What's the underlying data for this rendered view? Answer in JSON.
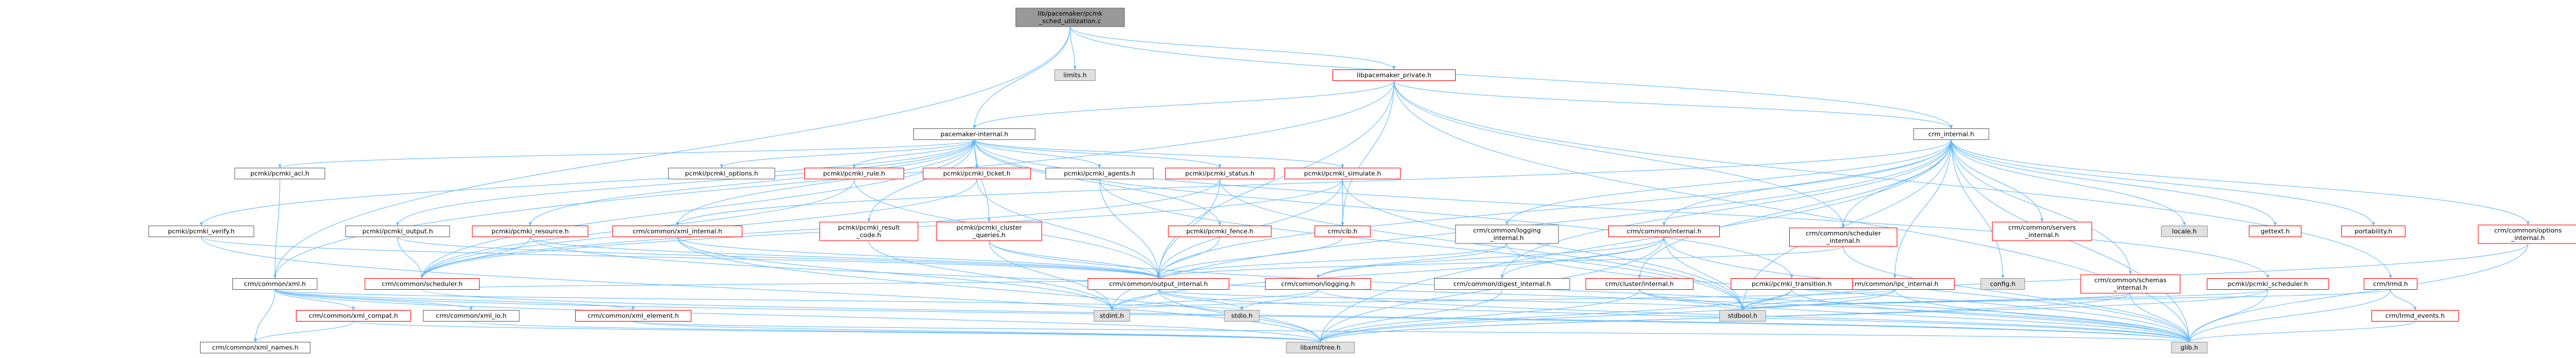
{
  "colors": {
    "edge": "#63b8ff",
    "root_fill": "#999999",
    "root_border": "#666666",
    "doc_border": "#ff0000",
    "nodoc_fill": "#e0e0e0",
    "nodoc_border": "#999999",
    "plain_border": "#666666",
    "text": "#000000"
  },
  "nodes": [
    {
      "id": "root",
      "lines": [
        "lib/pacemaker/pcmk",
        "_sched_utilization.c"
      ],
      "kind": "root"
    },
    {
      "id": "limits",
      "lines": [
        "limits.h"
      ],
      "kind": "nodoc"
    },
    {
      "id": "lpp",
      "lines": [
        "libpacemaker_private.h"
      ],
      "kind": "doc"
    },
    {
      "id": "pi",
      "lines": [
        "pacemaker-internal.h"
      ],
      "kind": "plain"
    },
    {
      "id": "crmi",
      "lines": [
        "crm_internal.h"
      ],
      "kind": "plain"
    },
    {
      "id": "acl",
      "lines": [
        "pcmki/pcmki_acl.h"
      ],
      "kind": "plain"
    },
    {
      "id": "opt",
      "lines": [
        "pcmki/pcmki_options.h"
      ],
      "kind": "plain"
    },
    {
      "id": "rule",
      "lines": [
        "pcmki/pcmki_rule.h"
      ],
      "kind": "doc"
    },
    {
      "id": "ticket",
      "lines": [
        "pcmki/pcmki_ticket.h"
      ],
      "kind": "doc"
    },
    {
      "id": "agents",
      "lines": [
        "pcmki/pcmki_agents.h"
      ],
      "kind": "plain"
    },
    {
      "id": "status",
      "lines": [
        "pcmki/pcmki_status.h"
      ],
      "kind": "doc"
    },
    {
      "id": "simulate",
      "lines": [
        "pcmki/pcmki_simulate.h"
      ],
      "kind": "doc"
    },
    {
      "id": "verify",
      "lines": [
        "pcmki/pcmki_verify.h"
      ],
      "kind": "plain"
    },
    {
      "id": "output",
      "lines": [
        "pcmki/pcmki_output.h"
      ],
      "kind": "plain"
    },
    {
      "id": "resource",
      "lines": [
        "pcmki/pcmki_resource.h"
      ],
      "kind": "doc"
    },
    {
      "id": "xmlint",
      "lines": [
        "crm/common/xml_internal.h"
      ],
      "kind": "doc"
    },
    {
      "id": "result",
      "lines": [
        "pcmki/pcmki_result",
        "_code.h"
      ],
      "kind": "doc"
    },
    {
      "id": "clusterq",
      "lines": [
        "pcmki/pcmki_cluster",
        "_queries.h"
      ],
      "kind": "doc"
    },
    {
      "id": "fence",
      "lines": [
        "pcmki/pcmki_fence.h"
      ],
      "kind": "doc"
    },
    {
      "id": "cib",
      "lines": [
        "crm/cib.h"
      ],
      "kind": "doc"
    },
    {
      "id": "logint",
      "lines": [
        "crm/common/logging",
        "_internal.h"
      ],
      "kind": "plain"
    },
    {
      "id": "cominternal",
      "lines": [
        "crm/common/internal.h"
      ],
      "kind": "doc"
    },
    {
      "id": "schedint",
      "lines": [
        "crm/common/scheduler",
        "_internal.h"
      ],
      "kind": "doc"
    },
    {
      "id": "servint",
      "lines": [
        "crm/common/servers",
        "_internal.h"
      ],
      "kind": "doc"
    },
    {
      "id": "locale",
      "lines": [
        "locale.h"
      ],
      "kind": "nodoc"
    },
    {
      "id": "gettext",
      "lines": [
        "gettext.h"
      ],
      "kind": "doc"
    },
    {
      "id": "portability",
      "lines": [
        "portability.h"
      ],
      "kind": "doc"
    },
    {
      "id": "optint",
      "lines": [
        "crm/common/options",
        "_internal.h"
      ],
      "kind": "doc"
    },
    {
      "id": "cmxml",
      "lines": [
        "crm/common/xml.h"
      ],
      "kind": "plain"
    },
    {
      "id": "sched",
      "lines": [
        "crm/common/scheduler.h"
      ],
      "kind": "doc"
    },
    {
      "id": "outint",
      "lines": [
        "crm/common/output_internal.h"
      ],
      "kind": "doc"
    },
    {
      "id": "logging",
      "lines": [
        "crm/common/logging.h"
      ],
      "kind": "doc"
    },
    {
      "id": "digest",
      "lines": [
        "crm/common/digest_internal.h"
      ],
      "kind": "plain"
    },
    {
      "id": "clusterint",
      "lines": [
        "crm/cluster/internal.h"
      ],
      "kind": "doc"
    },
    {
      "id": "ipcint",
      "lines": [
        "crm/common/ipc_internal.h"
      ],
      "kind": "doc"
    },
    {
      "id": "transition",
      "lines": [
        "pcmki/pcmki_transition.h"
      ],
      "kind": "doc"
    },
    {
      "id": "config",
      "lines": [
        "config.h"
      ],
      "kind": "nodoc"
    },
    {
      "id": "schemasint",
      "lines": [
        "crm/common/schemas",
        "_internal.h"
      ],
      "kind": "doc"
    },
    {
      "id": "scheduler",
      "lines": [
        "pcmki/pcmki_scheduler.h"
      ],
      "kind": "doc"
    },
    {
      "id": "lrmd",
      "lines": [
        "crm/lrmd.h"
      ],
      "kind": "doc"
    },
    {
      "id": "xmlcompat",
      "lines": [
        "crm/common/xml_compat.h"
      ],
      "kind": "doc"
    },
    {
      "id": "xmlio",
      "lines": [
        "crm/common/xml_io.h"
      ],
      "kind": "plain"
    },
    {
      "id": "xmlelem",
      "lines": [
        "crm/common/xml_element.h"
      ],
      "kind": "doc"
    },
    {
      "id": "stdint",
      "lines": [
        "stdint.h"
      ],
      "kind": "nodoc"
    },
    {
      "id": "stdio",
      "lines": [
        "stdio.h"
      ],
      "kind": "nodoc"
    },
    {
      "id": "stdbool",
      "lines": [
        "stdbool.h"
      ],
      "kind": "nodoc"
    },
    {
      "id": "lrmdev",
      "lines": [
        "crm/lrmd_events.h"
      ],
      "kind": "doc"
    },
    {
      "id": "xmlnames",
      "lines": [
        "crm/common/xml_names.h"
      ],
      "kind": "plain"
    },
    {
      "id": "libxml",
      "lines": [
        "libxml/tree.h"
      ],
      "kind": "nodoc"
    },
    {
      "id": "glib",
      "lines": [
        "glib.h"
      ],
      "kind": "nodoc"
    }
  ],
  "edges": [
    [
      "root",
      "limits"
    ],
    [
      "root",
      "lpp"
    ],
    [
      "root",
      "pi"
    ],
    [
      "root",
      "crmi"
    ],
    [
      "root",
      "cmxml"
    ],
    [
      "lpp",
      "pi"
    ],
    [
      "lpp",
      "crmi"
    ],
    [
      "lpp",
      "cib"
    ],
    [
      "lpp",
      "outint"
    ],
    [
      "lpp",
      "schedint"
    ],
    [
      "lpp",
      "glib"
    ],
    [
      "lpp",
      "cmxml"
    ],
    [
      "lpp",
      "lrmd"
    ],
    [
      "pi",
      "acl"
    ],
    [
      "pi",
      "opt"
    ],
    [
      "pi",
      "rule"
    ],
    [
      "pi",
      "ticket"
    ],
    [
      "pi",
      "agents"
    ],
    [
      "pi",
      "status"
    ],
    [
      "pi",
      "simulate"
    ],
    [
      "pi",
      "verify"
    ],
    [
      "pi",
      "output"
    ],
    [
      "pi",
      "resource"
    ],
    [
      "pi",
      "fence"
    ],
    [
      "pi",
      "result"
    ],
    [
      "pi",
      "clusterq"
    ],
    [
      "pi",
      "xmlint"
    ],
    [
      "pi",
      "sched"
    ],
    [
      "pi",
      "transition"
    ],
    [
      "pi",
      "scheduler"
    ],
    [
      "acl",
      "cmxml"
    ],
    [
      "output",
      "outint"
    ],
    [
      "output",
      "sched"
    ],
    [
      "verify",
      "outint"
    ],
    [
      "verify",
      "libxml"
    ],
    [
      "rule",
      "outint"
    ],
    [
      "rule",
      "sched"
    ],
    [
      "ticket",
      "outint"
    ],
    [
      "ticket",
      "sched"
    ],
    [
      "agents",
      "outint"
    ],
    [
      "agents",
      "stdbool"
    ],
    [
      "status",
      "outint"
    ],
    [
      "status",
      "sched"
    ],
    [
      "status",
      "stdbool"
    ],
    [
      "simulate",
      "outint"
    ],
    [
      "simulate",
      "sched"
    ],
    [
      "simulate",
      "cib"
    ],
    [
      "simulate",
      "stdbool"
    ],
    [
      "resource",
      "sched"
    ],
    [
      "resource",
      "outint"
    ],
    [
      "resource",
      "glib"
    ],
    [
      "xmlint",
      "outint"
    ],
    [
      "xmlint",
      "stdint"
    ],
    [
      "xmlint",
      "libxml"
    ],
    [
      "result",
      "stdint"
    ],
    [
      "clusterq",
      "outint"
    ],
    [
      "clusterq",
      "stdint"
    ],
    [
      "clusterq",
      "glib"
    ],
    [
      "fence",
      "outint"
    ],
    [
      "cib",
      "outint"
    ],
    [
      "crmi",
      "config"
    ],
    [
      "crmi",
      "portability"
    ],
    [
      "crmi",
      "gettext"
    ],
    [
      "crmi",
      "locale"
    ],
    [
      "crmi",
      "glib"
    ],
    [
      "crmi",
      "stdbool"
    ],
    [
      "crmi",
      "logint"
    ],
    [
      "crmi",
      "cominternal"
    ],
    [
      "crmi",
      "servint"
    ],
    [
      "crmi",
      "optint"
    ],
    [
      "crmi",
      "schemasint"
    ],
    [
      "crmi",
      "ipcint"
    ],
    [
      "crmi",
      "outint"
    ],
    [
      "crmi",
      "digest"
    ],
    [
      "crmi",
      "clusterint"
    ],
    [
      "crmi",
      "xmlint"
    ],
    [
      "crmi",
      "schedint"
    ],
    [
      "crmi",
      "stdint"
    ],
    [
      "crmi",
      "libxml"
    ],
    [
      "logint",
      "outint"
    ],
    [
      "logint",
      "logging"
    ],
    [
      "logint",
      "glib"
    ],
    [
      "cominternal",
      "logging"
    ],
    [
      "cominternal",
      "digest"
    ],
    [
      "cominternal",
      "stdbool"
    ],
    [
      "cominternal",
      "stdint"
    ],
    [
      "cominternal",
      "glib"
    ],
    [
      "cominternal",
      "libxml"
    ],
    [
      "digest",
      "libxml"
    ],
    [
      "clusterint",
      "stdbool"
    ],
    [
      "clusterint",
      "glib"
    ],
    [
      "clusterint",
      "libxml"
    ],
    [
      "ipcint",
      "stdbool"
    ],
    [
      "ipcint",
      "stdint"
    ],
    [
      "ipcint",
      "glib"
    ],
    [
      "ipcint",
      "libxml"
    ],
    [
      "schedint",
      "outint"
    ],
    [
      "schedint",
      "glib"
    ],
    [
      "optint",
      "glib"
    ],
    [
      "optint",
      "stdbool"
    ],
    [
      "schemasint",
      "glib"
    ],
    [
      "schemasint",
      "libxml"
    ],
    [
      "schemasint",
      "stdbool"
    ],
    [
      "transition",
      "stdbool"
    ],
    [
      "transition",
      "glib"
    ],
    [
      "transition",
      "libxml"
    ],
    [
      "scheduler",
      "glib"
    ],
    [
      "scheduler",
      "stdbool"
    ],
    [
      "scheduler",
      "libxml"
    ],
    [
      "lrmd",
      "lrmdev"
    ],
    [
      "lrmd",
      "stdbool"
    ],
    [
      "lrmd",
      "glib"
    ],
    [
      "lrmdev",
      "glib"
    ],
    [
      "cmxml",
      "xmlcompat"
    ],
    [
      "cmxml",
      "xmlio"
    ],
    [
      "cmxml",
      "xmlelem"
    ],
    [
      "cmxml",
      "xmlnames"
    ],
    [
      "cmxml",
      "stdio"
    ],
    [
      "cmxml",
      "libxml"
    ],
    [
      "cmxml",
      "glib"
    ],
    [
      "xmlcompat",
      "xmlnames"
    ],
    [
      "xmlcompat",
      "libxml"
    ],
    [
      "xmlelem",
      "libxml"
    ],
    [
      "xmlelem",
      "glib"
    ],
    [
      "xmlio",
      "libxml"
    ],
    [
      "sched",
      "outint"
    ],
    [
      "sched",
      "glib"
    ],
    [
      "outint",
      "stdio"
    ],
    [
      "outint",
      "glib"
    ],
    [
      "outint",
      "libxml"
    ],
    [
      "outint",
      "stdint"
    ],
    [
      "outint",
      "stdbool"
    ],
    [
      "logging",
      "stdio"
    ],
    [
      "logging",
      "glib"
    ],
    [
      "logging",
      "stdint"
    ]
  ]
}
